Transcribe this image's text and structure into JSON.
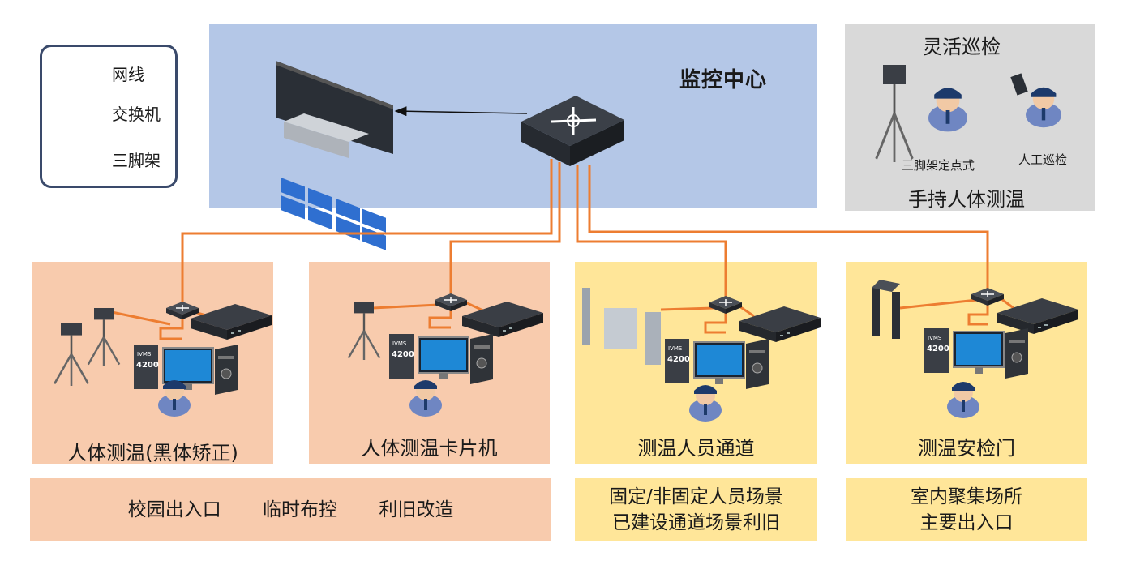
{
  "legend": {
    "cable_label": "网线",
    "switch_label": "交换机",
    "tripod_label": "三脚架"
  },
  "monitoring_center": {
    "title": "监控中心"
  },
  "flexible_patrol": {
    "title": "灵活巡检",
    "tripod_fixed_label": "三脚架定点式",
    "manual_patrol_label": "人工巡检",
    "subtitle": "手持人体测温"
  },
  "device_badge": {
    "brand": "IVMS",
    "model": "4200"
  },
  "zones": [
    {
      "label": "人体测温(黑体矫正)"
    },
    {
      "label": "人体测温卡片机"
    },
    {
      "label": "测温人员通道"
    },
    {
      "label": "测温安检门"
    }
  ],
  "scenarios": {
    "group1": [
      "校园出入口",
      "临时布控",
      "利旧改造"
    ],
    "group2": [
      "固定/非固定人员场景",
      "已建设通道场景利旧"
    ],
    "group3": [
      "室内聚集场所",
      "主要出入口"
    ]
  },
  "colors": {
    "cable": "#ed7d31",
    "monitoring_bg": "#b4c7e7",
    "patrol_bg": "#d9d9d9",
    "peach_zone": "#f8cbad",
    "yellow_zone": "#ffe699",
    "legend_border": "#3a4a6b"
  }
}
